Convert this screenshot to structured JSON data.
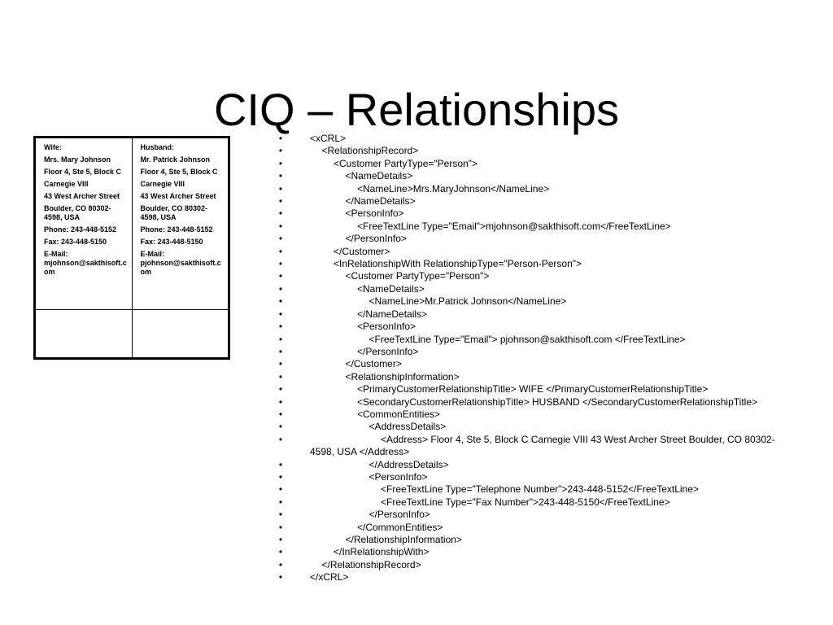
{
  "slide": {
    "title": "CIQ – Relationships"
  },
  "contact_table": {
    "columns": [
      {
        "header": "Wife:",
        "lines": [
          "Mrs. Mary Johnson",
          "Floor 4, Ste 5, Block C",
          "Carnegie VIII",
          "43 West Archer Street",
          "Boulder, CO 80302-4598, USA",
          "Phone: 243-448-5152",
          "Fax: 243-448-5150",
          "E-Mail: mjohnson@sakthisoft.com"
        ]
      },
      {
        "header": "Husband:",
        "lines": [
          "Mr. Patrick Johnson",
          "Floor 4, Ste 5, Block C",
          "Carnegie VIII",
          "43 West Archer Street",
          "Boulder, CO 80302-4598, USA",
          "Phone: 243-448-5152",
          "Fax: 243-448-5150",
          "E-Mail: pjohnson@sakthisoft.com"
        ]
      }
    ]
  },
  "code": {
    "bullet": "•",
    "lines": [
      {
        "indent": 0,
        "text": "<xCRL>"
      },
      {
        "indent": 1,
        "text": "<RelationshipRecord>"
      },
      {
        "indent": 2,
        "text": "<Customer PartyType=\"Person\">"
      },
      {
        "indent": 3,
        "text": "<NameDetails>"
      },
      {
        "indent": 4,
        "text": "<NameLine>Mrs.MaryJohnson</NameLine>"
      },
      {
        "indent": 3,
        "text": "</NameDetails>"
      },
      {
        "indent": 3,
        "text": "<PersonInfo>"
      },
      {
        "indent": 4,
        "text": "<FreeTextLine Type=\"Email\">mjohnson@sakthisoft.com</FreeTextLine>"
      },
      {
        "indent": 3,
        "text": "</PersonInfo>"
      },
      {
        "indent": 2,
        "text": "</Customer>"
      },
      {
        "indent": 2,
        "text": "<InRelationshipWith RelationshipType=\"Person-Person\">"
      },
      {
        "indent": 3,
        "text": "<Customer PartyType=\"Person\">"
      },
      {
        "indent": 4,
        "text": "<NameDetails>"
      },
      {
        "indent": 5,
        "text": "<NameLine>Mr.Patrick Johnson</NameLine>"
      },
      {
        "indent": 4,
        "text": "</NameDetails>"
      },
      {
        "indent": 4,
        "text": "<PersonInfo>"
      },
      {
        "indent": 5,
        "text": "<FreeTextLine Type=\"Email\"> pjohnson@sakthisoft.com </FreeTextLine>"
      },
      {
        "indent": 4,
        "text": "</PersonInfo>"
      },
      {
        "indent": 3,
        "text": "</Customer>"
      },
      {
        "indent": 3,
        "text": "<RelationshipInformation>"
      },
      {
        "indent": 4,
        "text": "<PrimaryCustomerRelationshipTitle> WIFE </PrimaryCustomerRelationshipTitle>"
      },
      {
        "indent": 4,
        "text": "<SecondaryCustomerRelationshipTitle> HUSBAND </SecondaryCustomerRelationshipTitle>"
      },
      {
        "indent": 4,
        "text": "<CommonEntities>"
      },
      {
        "indent": 5,
        "text": "<AddressDetails>"
      },
      {
        "indent": 6,
        "text": "<Address> Floor 4, Ste 5, Block C Carnegie VIII 43 West Archer Street Boulder, CO 80302-4598, USA </Address>"
      },
      {
        "indent": 5,
        "text": "</AddressDetails>"
      },
      {
        "indent": 5,
        "text": "<PersonInfo>"
      },
      {
        "indent": 6,
        "text": "<FreeTextLine Type=\"Telephone Number\">243-448-5152</FreeTextLine>"
      },
      {
        "indent": 6,
        "text": "<FreeTextLine Type=\"Fax Number\">243-448-5150</FreeTextLine>"
      },
      {
        "indent": 5,
        "text": "</PersonInfo>"
      },
      {
        "indent": 4,
        "text": "</CommonEntities>"
      },
      {
        "indent": 3,
        "text": "</RelationshipInformation>"
      },
      {
        "indent": 2,
        "text": "</InRelationshipWith>"
      },
      {
        "indent": 1,
        "text": "</RelationshipRecord>"
      },
      {
        "indent": 0,
        "text": "</xCRL>"
      }
    ]
  }
}
